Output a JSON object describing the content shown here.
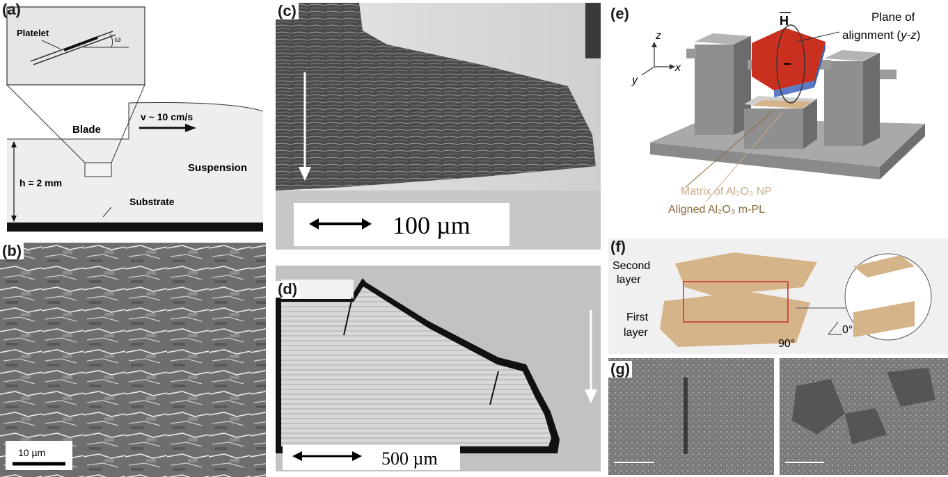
{
  "colors": {
    "sem_dark": "#4a4a4a",
    "sem_light": "#bdbdbd",
    "red": "#c9301f",
    "blue": "#5b7bc4",
    "tan": "#d6b489",
    "grey_block": "#8a8a8a",
    "brown_label": "#8b6a3e",
    "tan_label": "#c8ad8b"
  },
  "panels": {
    "a": {
      "label": "(a)",
      "platelet": "Platelet",
      "omega": "ω",
      "blade": "Blade",
      "velocity": "v ~ 10 cm/s",
      "suspension": "Suspension",
      "height": "h = 2 mm",
      "substrate": "Substrate"
    },
    "b": {
      "label": "(b)",
      "scale": "10 µm"
    },
    "c": {
      "label": "(c)",
      "scale": "100 µm"
    },
    "d": {
      "label": "(d)",
      "scale": "500 µm"
    },
    "e": {
      "label": "(e)",
      "field": "H",
      "plane": "Plane of",
      "plane2_pre": "alignment (",
      "plane2_italic": "y-z",
      "plane2_post": ")",
      "axis_z": "z",
      "axis_x": "x",
      "axis_y": "y",
      "matrix": "Matrix of Al₂O₃ NP",
      "aligned": "Aligned Al₂O₃ m-PL"
    },
    "f": {
      "label": "(f)",
      "second1": "Second",
      "second2": "layer",
      "first1": "First",
      "first2": "layer",
      "deg90": "90°",
      "deg0": "0°"
    },
    "g": {
      "label": "(g)"
    }
  }
}
